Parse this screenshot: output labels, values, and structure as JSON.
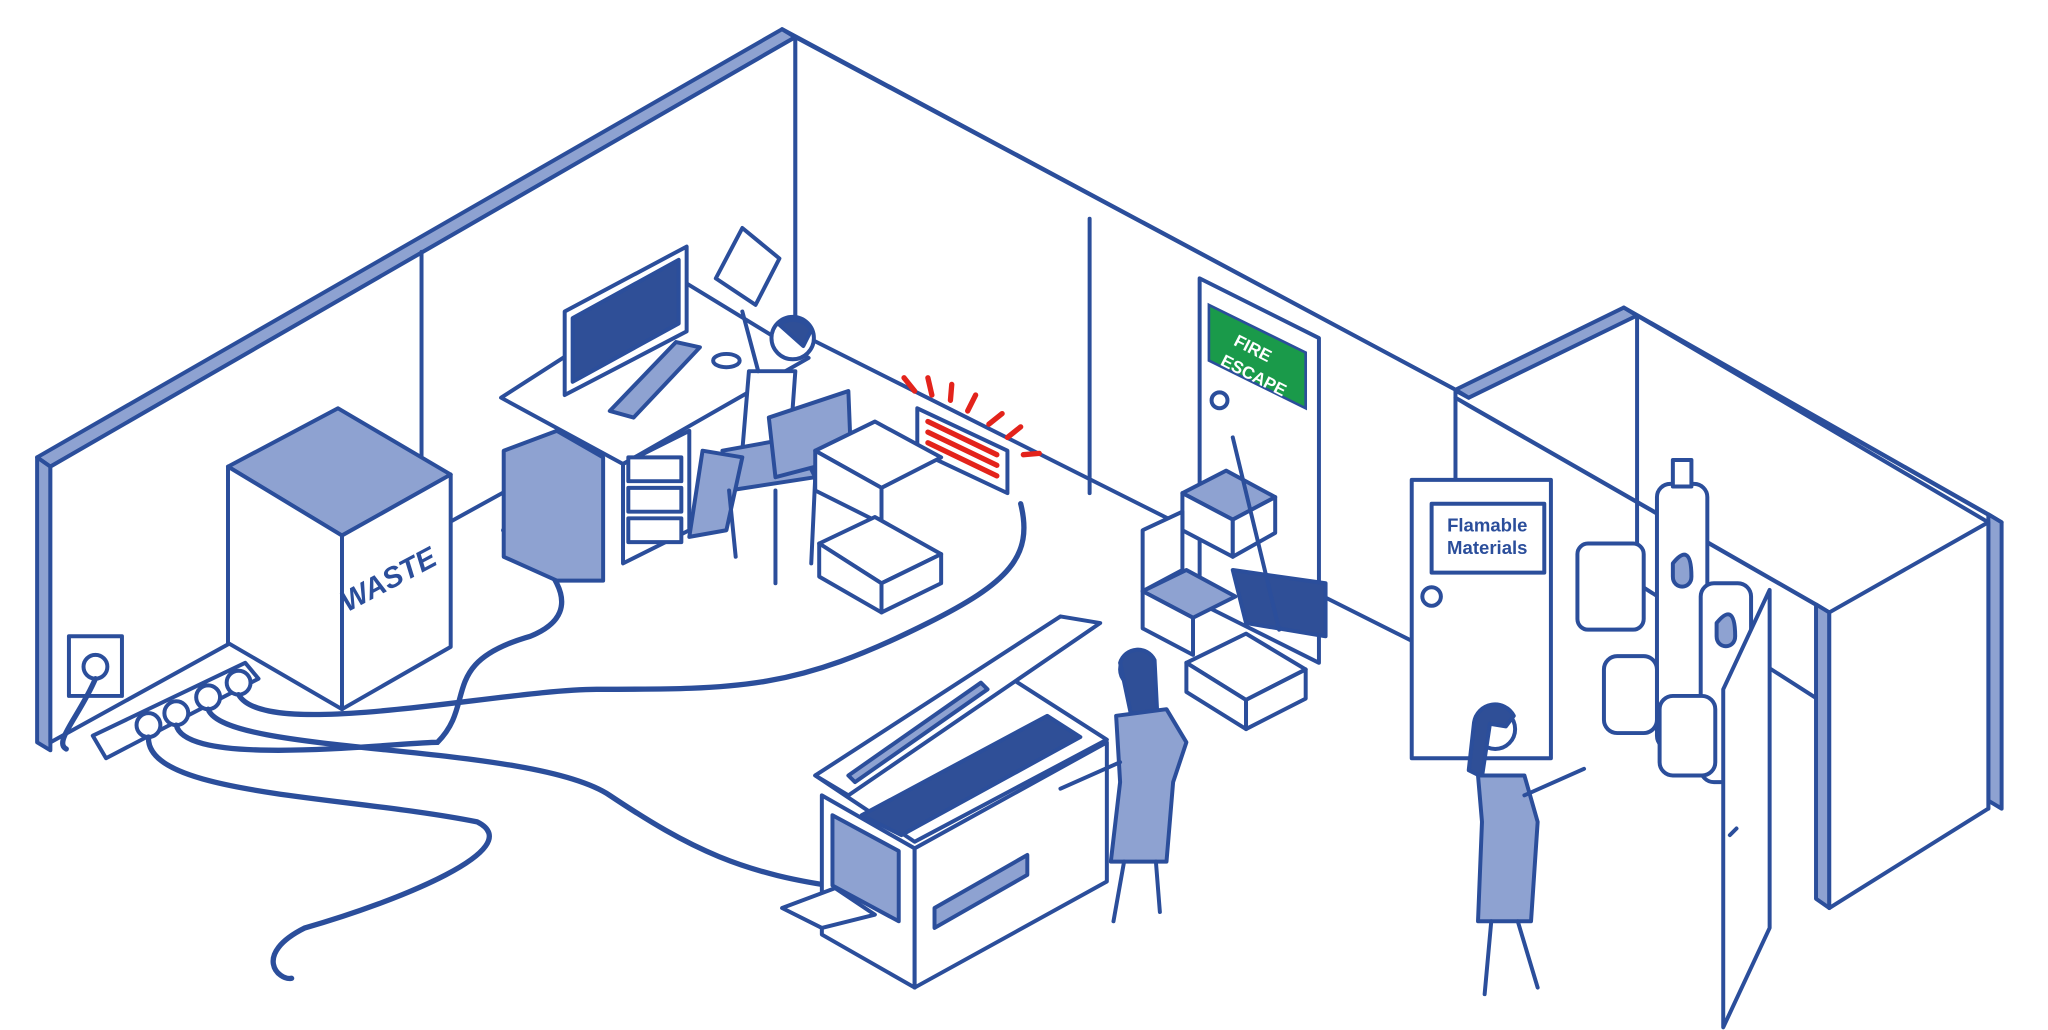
{
  "illustration": {
    "waste_bin_label": "WASTE",
    "fire_escape_sign": {
      "line1": "FIRE",
      "line2": "ESCAPE",
      "color": "#1a9a4a"
    },
    "flammable_sign": {
      "line1": "Flamable",
      "line2": "Materials"
    },
    "colors": {
      "line": "#2b4e9b",
      "light_fill": "#8ea2d1",
      "dark_fill": "#2f4f97",
      "heat": "#e3231b"
    }
  }
}
